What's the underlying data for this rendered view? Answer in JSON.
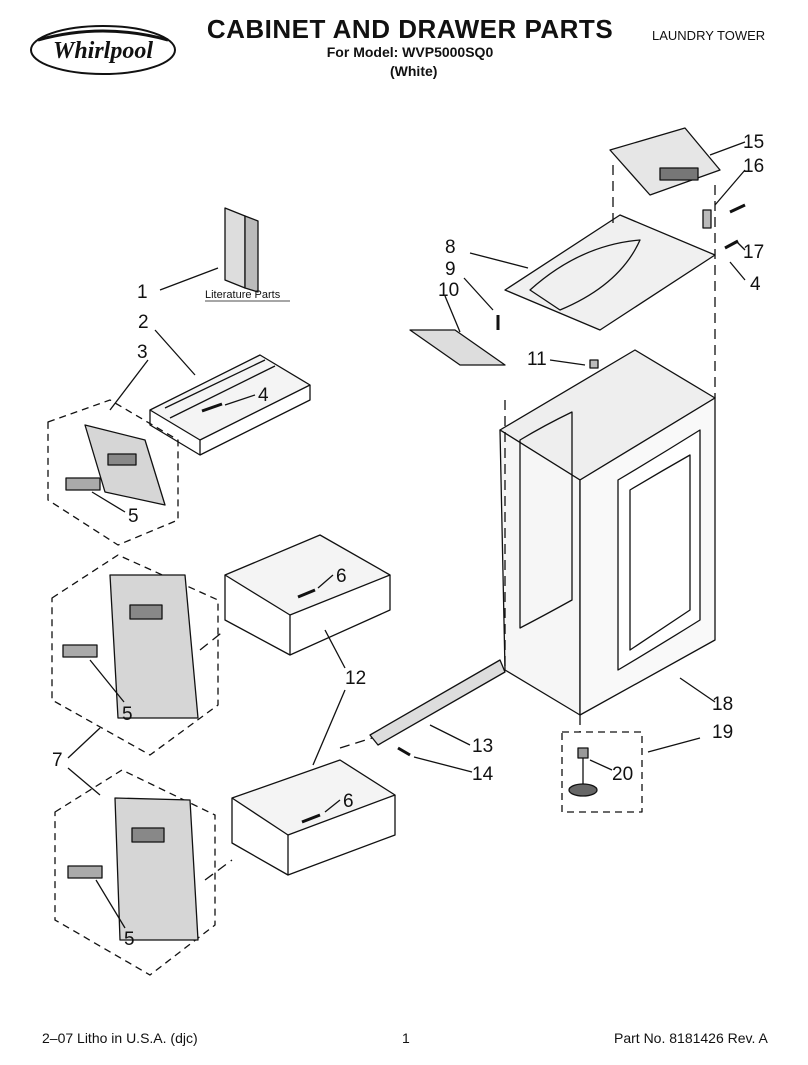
{
  "header": {
    "brand": "Whirlpool",
    "title": "CABINET AND DRAWER PARTS",
    "model_line": "For Model: WVP5000SQ0",
    "color": "(White)",
    "category": "LAUNDRY TOWER"
  },
  "diagram": {
    "literature_label": "Literature Parts",
    "callouts": [
      "1",
      "2",
      "3",
      "4",
      "5",
      "6",
      "12",
      "5",
      "7",
      "6",
      "5",
      "8",
      "9",
      "10",
      "11",
      "15",
      "16",
      "17",
      "4",
      "18",
      "19",
      "20",
      "13",
      "14"
    ]
  },
  "footer": {
    "left": "2–07 Litho in U.S.A. (djc)",
    "page": "1",
    "part_no": "Part No. 8181426 Rev. A"
  }
}
